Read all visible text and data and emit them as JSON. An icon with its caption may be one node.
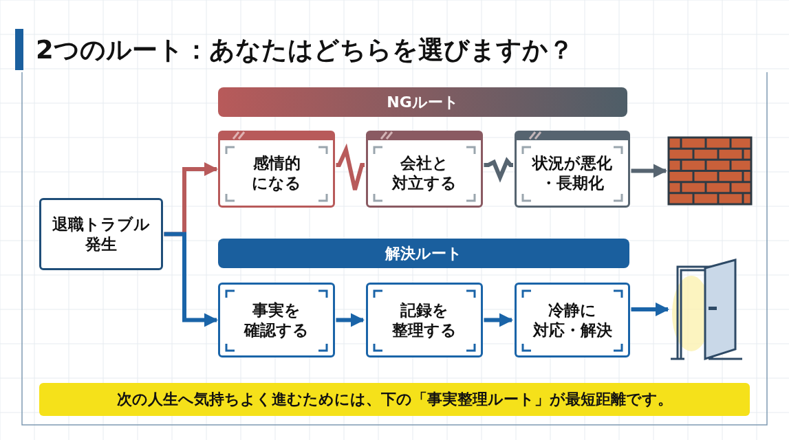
{
  "diagram": {
    "title": "2つのルート：あなたはどちらを選びますか？",
    "nodes": [
      {
        "text": [
          "退職トラブル発生"
        ]
      },
      {
        "text": [
          "NGルート"
        ]
      },
      {
        "text": [
          "感情的になる"
        ]
      },
      {
        "text": [
          "会社と対立する"
        ]
      },
      {
        "text": [
          "状況が悪化・長期化"
        ]
      },
      {
        "text": [],
        "shape": "picture"
      },
      {
        "text": [
          "解決ルート"
        ]
      },
      {
        "text": [
          "事実を確認する"
        ]
      },
      {
        "text": [
          "記録を整理する"
        ]
      },
      {
        "text": [
          "冷静に対応・解決"
        ]
      },
      {
        "text": [],
        "shape": "picture"
      },
      {
        "text": [
          "次の人生へ気持ちよく進むためには、下の「事実整理ルート」が最短距離です。"
        ]
      }
    ],
    "edges": [
      {
        "from": 0,
        "to": 2,
        "arrow": "to",
        "color": "#b85a5a"
      },
      {
        "from": 2,
        "to": 3,
        "arrow": "none",
        "color": "#b85a5a"
      },
      {
        "from": 3,
        "to": 4,
        "arrow": "none",
        "color": "#566470"
      },
      {
        "from": 4,
        "to": 5,
        "arrow": "to",
        "color": "#566470"
      },
      {
        "from": 0,
        "to": 7,
        "arrow": "to"
      },
      {
        "from": 7,
        "to": 8,
        "arrow": "to"
      },
      {
        "from": 8,
        "to": 9,
        "arrow": "to"
      },
      {
        "from": 9,
        "to": 10,
        "arrow": "to"
      }
    ]
  }
}
